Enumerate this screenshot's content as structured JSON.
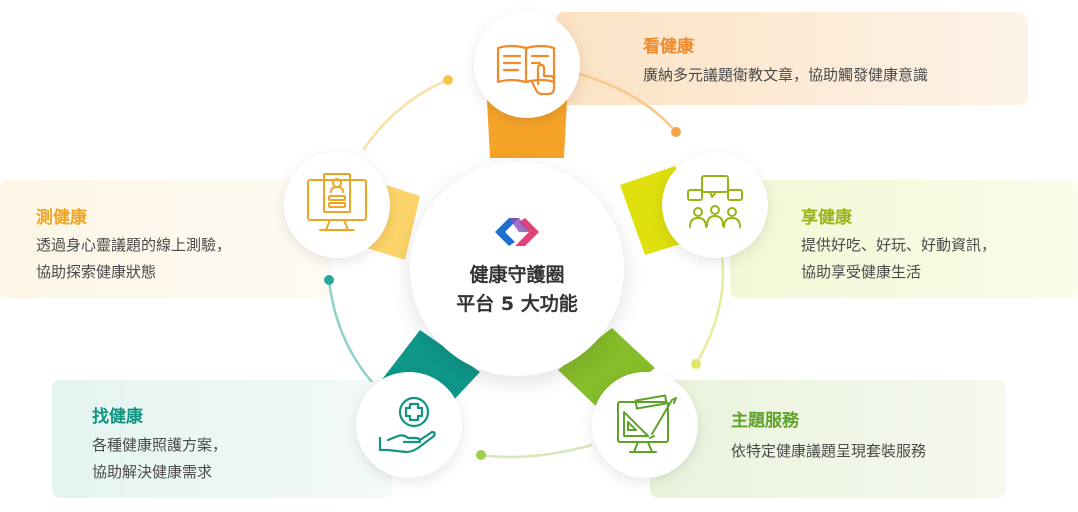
{
  "center": {
    "line1": "健康守護圈",
    "line2": "平台 5 大功能"
  },
  "features": {
    "look": {
      "title": "看健康",
      "desc": "廣納多元議題衛教文章，協助觸發健康意識",
      "color": "#f0a33a",
      "icon": "open-book-pointer-icon"
    },
    "enjoy": {
      "title": "享健康",
      "desc1": "提供好吃、好玩、好動資訊，",
      "desc2": "協助享受健康生活",
      "color": "#a9c31c",
      "icon": "people-discussion-icon"
    },
    "theme": {
      "title": "主題服務",
      "desc": "依特定健康議題呈現套裝服務",
      "color": "#6aa82e",
      "icon": "design-tools-monitor-icon"
    },
    "find": {
      "title": "找健康",
      "desc1": "各種健康照護方案，",
      "desc2": "協助解決健康需求",
      "color": "#1a9c8e",
      "icon": "hand-medical-cross-icon"
    },
    "measure": {
      "title": "測健康",
      "desc1": "透過身心靈議題的線上測驗，",
      "desc2": "協助探索健康狀態",
      "color": "#f3b12e",
      "icon": "online-test-monitor-icon"
    }
  }
}
